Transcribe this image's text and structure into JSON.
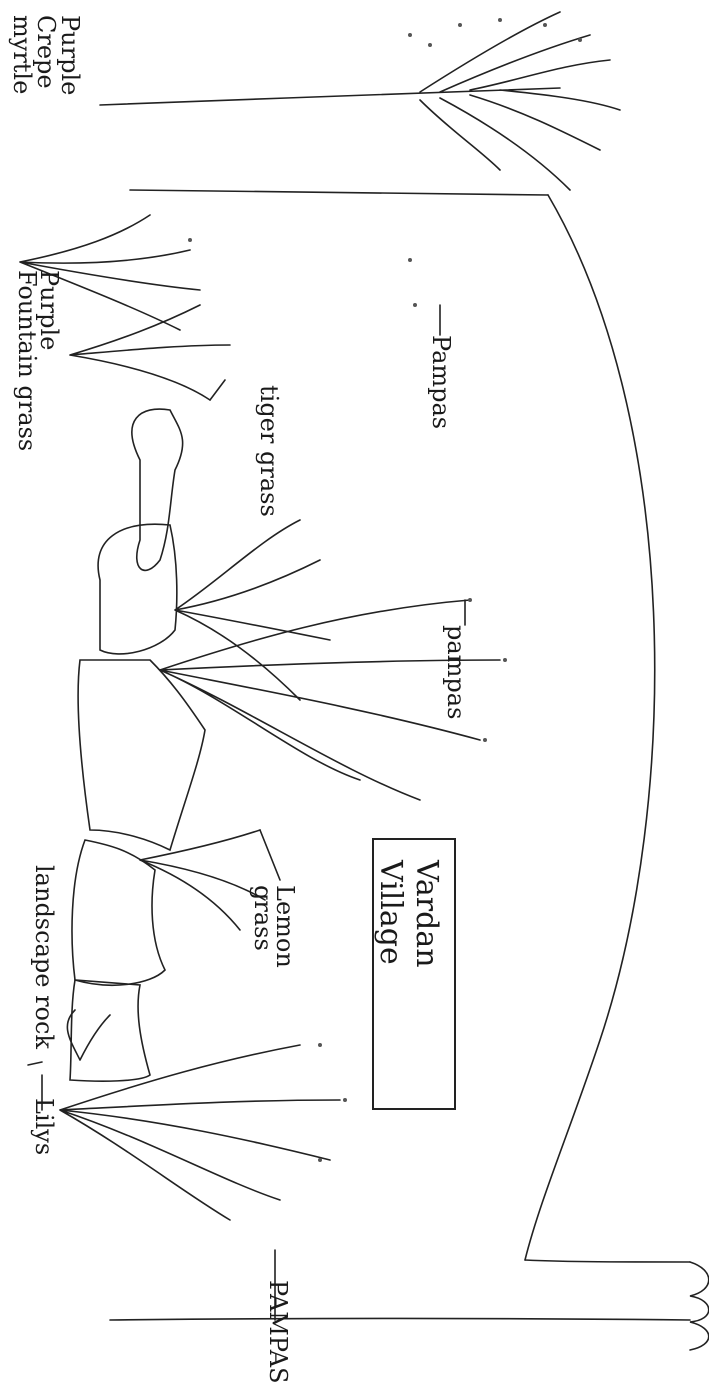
{
  "labels": {
    "purple_crepe_myrtle": [
      "Purple",
      "Crepe",
      "myrtle"
    ],
    "purple_fountain_grass": [
      "Purple",
      "Fountain grass"
    ],
    "pampas_top": "Pampas",
    "tiger_grass": "tiger grass",
    "pampas_middle": "pampas",
    "lemon_grass": [
      "Lemon",
      "grass"
    ],
    "landscape_rock": "landscape rock",
    "lilys": "Lilys",
    "pampas_bottom": "PAMPAS"
  },
  "sign": {
    "line1": "Vardan",
    "line2": "Village"
  },
  "colors": {
    "ink": "#1a1a1a",
    "paper": "#ffffff",
    "stipple": "#555555"
  }
}
